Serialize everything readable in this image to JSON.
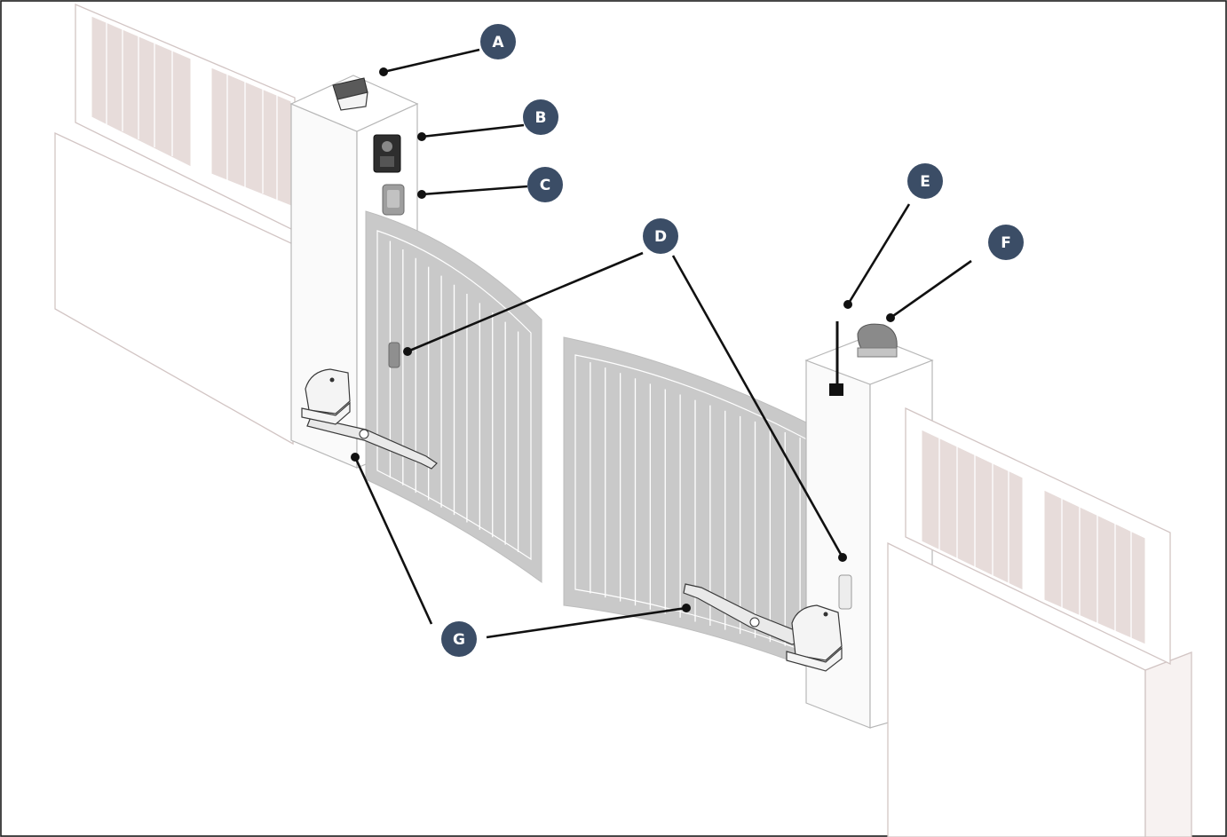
{
  "callouts": [
    {
      "letter": "A"
    },
    {
      "letter": "B"
    },
    {
      "letter": "C"
    },
    {
      "letter": "D"
    },
    {
      "letter": "E"
    },
    {
      "letter": "F"
    },
    {
      "letter": "G"
    }
  ],
  "colors": {
    "badge": "#3b4d66",
    "gate_leaf": "#c9c9c9",
    "fence_slats": "#e7dcda",
    "leader_line": "#111111"
  },
  "components": [
    {
      "name": "solar-panel-icon",
      "callout": "A"
    },
    {
      "name": "video-intercom-icon",
      "callout": "B"
    },
    {
      "name": "keypad-icon",
      "callout": "C"
    },
    {
      "name": "photocell-icon",
      "callout": "D"
    },
    {
      "name": "antenna-icon",
      "callout": "E"
    },
    {
      "name": "flashing-light-icon",
      "callout": "F"
    },
    {
      "name": "gate-motor-icon",
      "callout": "G"
    }
  ]
}
